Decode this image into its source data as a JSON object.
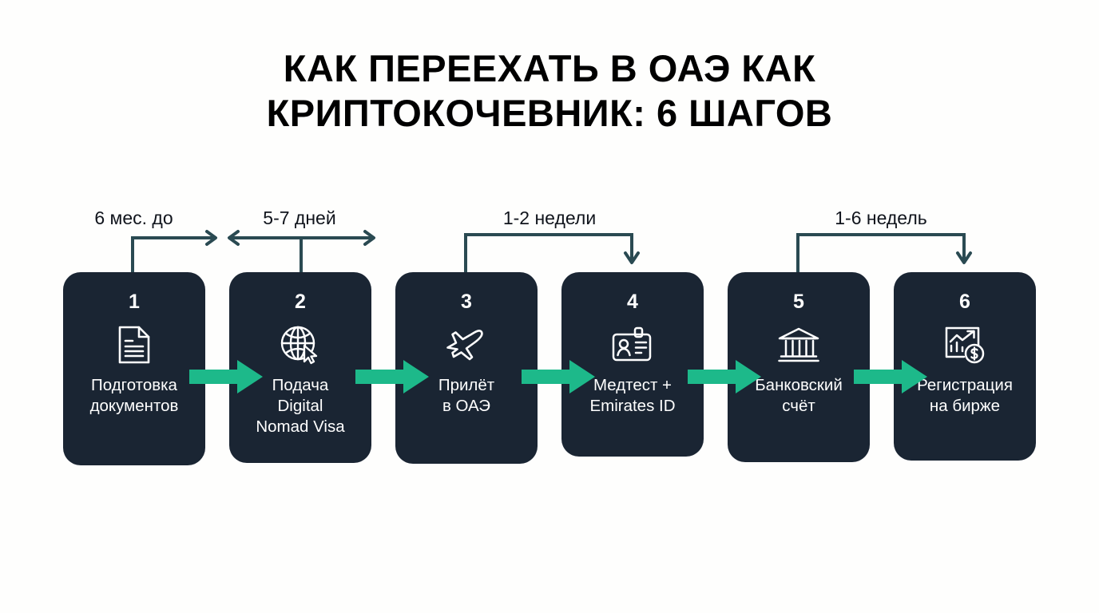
{
  "title": {
    "line1": "КАК ПЕРЕЕХАТЬ В ОАЭ КАК",
    "line2": "КРИПТОКОЧЕВНИК: 6 ШАГОВ"
  },
  "colors": {
    "background": "#FEFEFD",
    "card_background": "#1A2533",
    "card_text": "#FFFFFF",
    "connector": "#2A4A52",
    "step_arrow": "#1DB98A",
    "title_text": "#000000",
    "timeline_label_text": "#10141C"
  },
  "timeline": {
    "labels": [
      {
        "text": "6 мес. до",
        "type": "arrow-right-from-step"
      },
      {
        "text": "5-7 дней",
        "type": "double-headed-arrow"
      },
      {
        "text": "1-2 недели",
        "type": "bracket-down-arrow"
      },
      {
        "text": "1-6 недель",
        "type": "bracket-down-arrow"
      }
    ]
  },
  "steps": [
    {
      "number": "1",
      "label": "Подготовка\nдокументов",
      "icon": "document-icon"
    },
    {
      "number": "2",
      "label": "Подача\nDigital\nNomad Visa",
      "icon": "globe-cursor-icon"
    },
    {
      "number": "3",
      "label": "Прилёт\nв ОАЭ",
      "icon": "airplane-icon"
    },
    {
      "number": "4",
      "label": "Медтест +\nEmirates ID",
      "icon": "id-card-icon"
    },
    {
      "number": "5",
      "label": "Банковский\nсчёт",
      "icon": "bank-icon"
    },
    {
      "number": "6",
      "label": "Регистрация\nна бирже",
      "icon": "chart-dollar-icon"
    }
  ],
  "step_connectors": [
    {
      "from": "1",
      "to": "2",
      "icon": "green-arrow-right-icon"
    },
    {
      "from": "2",
      "to": "3",
      "icon": "green-arrow-right-icon"
    },
    {
      "from": "3",
      "to": "4",
      "icon": "green-arrow-right-icon"
    },
    {
      "from": "4",
      "to": "5",
      "icon": "green-arrow-right-icon"
    },
    {
      "from": "5",
      "to": "6",
      "icon": "green-arrow-right-icon"
    }
  ]
}
